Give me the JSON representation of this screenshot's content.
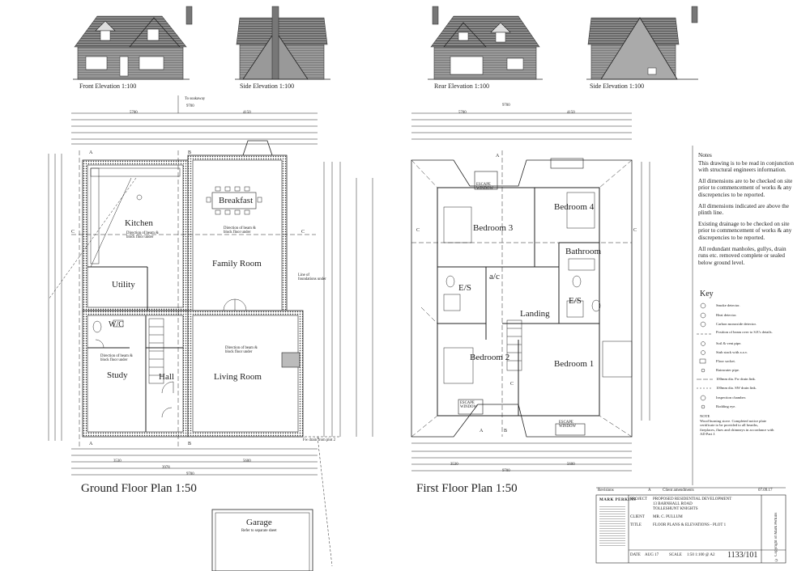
{
  "elevations": [
    {
      "label": "Front Elevation 1:100"
    },
    {
      "label": "Side Elevation 1:100"
    },
    {
      "label": "Rear Elevation 1:100"
    },
    {
      "label": "Side Elevation 1:100"
    }
  ],
  "ground_floor": {
    "title": "Ground Floor Plan 1:50",
    "rooms": {
      "breakfast": "Breakfast",
      "kitchen": "Kitchen",
      "family_room": "Family Room",
      "utility": "Utility",
      "wc": "W/C",
      "study": "Study",
      "hall": "Hall",
      "living_room": "Living Room",
      "garage": "Garage"
    },
    "garage_note": "Refer to separate sheet",
    "beam_note": "Direction of beam & block floor under",
    "foundation_note": "Line of foundations under",
    "soakaway_note": "To soakaway",
    "drain_note": "Fw drain from plot 2",
    "dims": {
      "top_overall": "9700",
      "top_a": "5700",
      "top_b": "4150",
      "bottom_overall": "9700",
      "bottom_a": "3530",
      "bottom_b": "5600",
      "bottom_c": "3978"
    }
  },
  "first_floor": {
    "title": "First Floor Plan 1:50",
    "rooms": {
      "bedroom3": "Bedroom 3",
      "bedroom4": "Bedroom 4",
      "bathroom": "Bathroom",
      "es_left": "E/S",
      "es_right": "E/S",
      "ac": "a/c",
      "landing": "Landing",
      "bedroom2": "Bedroom 2",
      "bedroom1": "Bedroom 1"
    },
    "escape_window": "ESCAPE WINDOW",
    "dims": {
      "top_overall": "9700",
      "top_a": "5700",
      "top_b": "4150",
      "bottom_overall": "9700",
      "bottom_a": "3530",
      "bottom_b": "5600"
    }
  },
  "section_markers": {
    "a": "A",
    "b": "B",
    "c": "C"
  },
  "notes": {
    "heading": "Notes",
    "items": [
      "This drawing is to be read in conjunction with structural engineers information.",
      "All dimensions are to be checked on site prior to commencement of works & any discrepencies to be reported.",
      "All dimensions indicated are above the plinth line.",
      "Existing drainage to be checked on site prior to commencement of works & any discrepencies to be reported.",
      "All redundant manholes, gullys, drain runs etc. removed complete or sealed below ground level."
    ]
  },
  "key": {
    "heading": "Key",
    "items": [
      "Smoke detector.",
      "Heat detector.",
      "Carbon monoxide detector.",
      "Position of beam over to S.E's details.",
      "Soil & vent pipe.",
      "Stub stack with a.a.v.",
      "Floor socket.",
      "Rainwater pipe.",
      "100mm dia. Fw drain link.",
      "100mm dia. SW drain link.",
      "Inspection chamber.",
      "Rodding eye."
    ],
    "note_label": "NOTE",
    "note_text": "Wood burning stove. Completed notice plate certificate to be provided to all hearths, fireplaces, flues and chimneys in accordance with AD Part J."
  },
  "revisions": {
    "label": "Revisions",
    "rev": "A",
    "rev_text": "Client amendments",
    "rev_date": "07.09.17"
  },
  "title_block": {
    "company": "MARK PERKINS",
    "project_label": "PROJECT",
    "project": "PROPOSED RESIDENTIAL DEVELOPMENT",
    "address1": "13 BARNHALL ROAD",
    "address2": "TOLLESHUNT KNIGHTS",
    "client_label": "CLIENT",
    "client": "MR. C. PULLUM",
    "title_label": "TITLE",
    "title": "FLOOR PLANS & ELEVATIONS - PLOT 1",
    "date_label": "DATE",
    "date": "AUG 17",
    "scale_label": "SCALE",
    "scale": "1:50 1:100 @ A2",
    "drawing_no": "1133/101",
    "copyright": "© Copyright of Mark Perkins"
  }
}
